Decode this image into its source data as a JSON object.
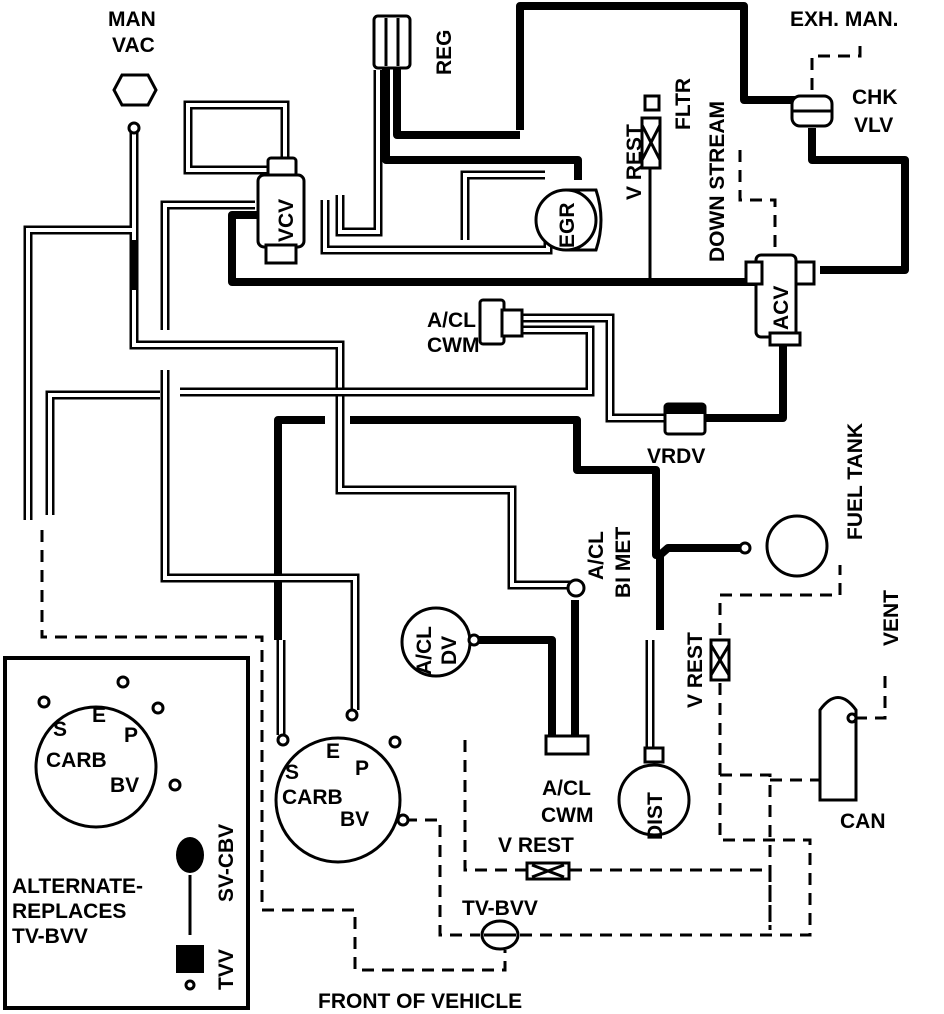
{
  "labels": {
    "man_vac_1": "MAN",
    "man_vac_2": "VAC",
    "reg": "REG",
    "exh_man": "EXH. MAN.",
    "chk_vlv_1": "CHK",
    "chk_vlv_2": "VLV",
    "v_rest_top": "V REST",
    "fltr": "FLTR",
    "down_stream": "DOWN STREAM",
    "vcv": "VCV",
    "egr": "EGR",
    "acv": "ACV",
    "acl_cwm_top_1": "A/CL",
    "acl_cwm_top_2": "CWM",
    "vrdv": "VRDV",
    "fuel_tank": "FUEL TANK",
    "acl_bimet_1": "A/CL",
    "acl_bimet_2": "BI MET",
    "acl_dv_1": "A/CL",
    "acl_dv_2": "DV",
    "vent": "VENT",
    "v_rest_right": "V REST",
    "can": "CAN",
    "acl_cwm_bot_1": "A/CL",
    "acl_cwm_bot_2": "CWM",
    "dist": "DIST",
    "v_rest_bottom": "V REST",
    "tv_bvv": "TV-BVV",
    "front_of_vehicle": "FRONT OF VEHICLE",
    "sv_cbv": "SV-CBV",
    "tvv": "TVV",
    "alternate_1": "ALTERNATE-",
    "alternate_2": "REPLACES",
    "alternate_3": "TV-BVV",
    "carb_main": {
      "s": "S",
      "e": "E",
      "p": "P",
      "carb": "CARB",
      "bv": "BV"
    },
    "carb_alt": {
      "s": "S",
      "e": "E",
      "p": "P",
      "carb": "CARB",
      "bv": "BV"
    }
  }
}
